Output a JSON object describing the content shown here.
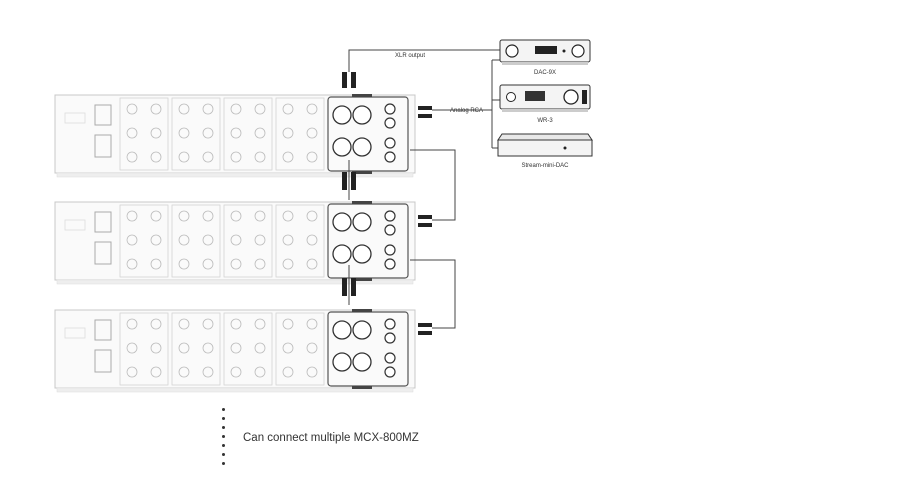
{
  "diagram": {
    "links": {
      "xlr_output": "XLR output",
      "analog_rca": "Analog RCA"
    },
    "sources": [
      {
        "id": "dac",
        "label": "DAC-9X"
      },
      {
        "id": "wr",
        "label": "WR-3"
      },
      {
        "id": "stream",
        "label": "Stream-mini-DAC"
      }
    ],
    "amplifier_units": 3,
    "caption": "Can connect multiple MCX-800MZ"
  },
  "colors": {
    "line": "#444444",
    "chassis_stroke": "#c8c8c8",
    "chassis_fill": "#fafafa",
    "io_panel_stroke": "#555555"
  }
}
